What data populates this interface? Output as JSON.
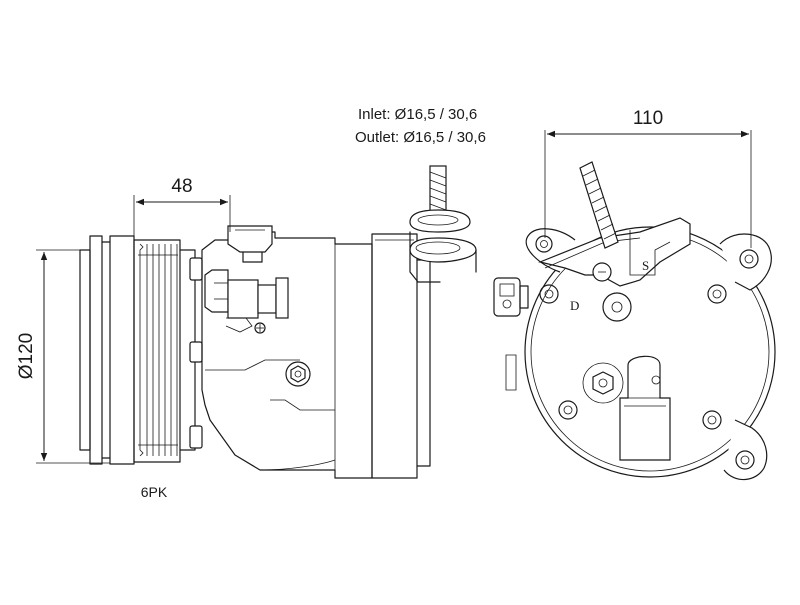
{
  "dimensions": {
    "pulley_width": "48",
    "pulley_diameter": "Ø120",
    "mount_width": "110"
  },
  "port_spec": {
    "inlet": "Inlet: Ø16,5 / 30,6",
    "outlet": "Outlet: Ø16,5 / 30,6"
  },
  "belt": {
    "type": "6PK"
  },
  "port_markers": {
    "discharge": "D",
    "suction": "S"
  }
}
